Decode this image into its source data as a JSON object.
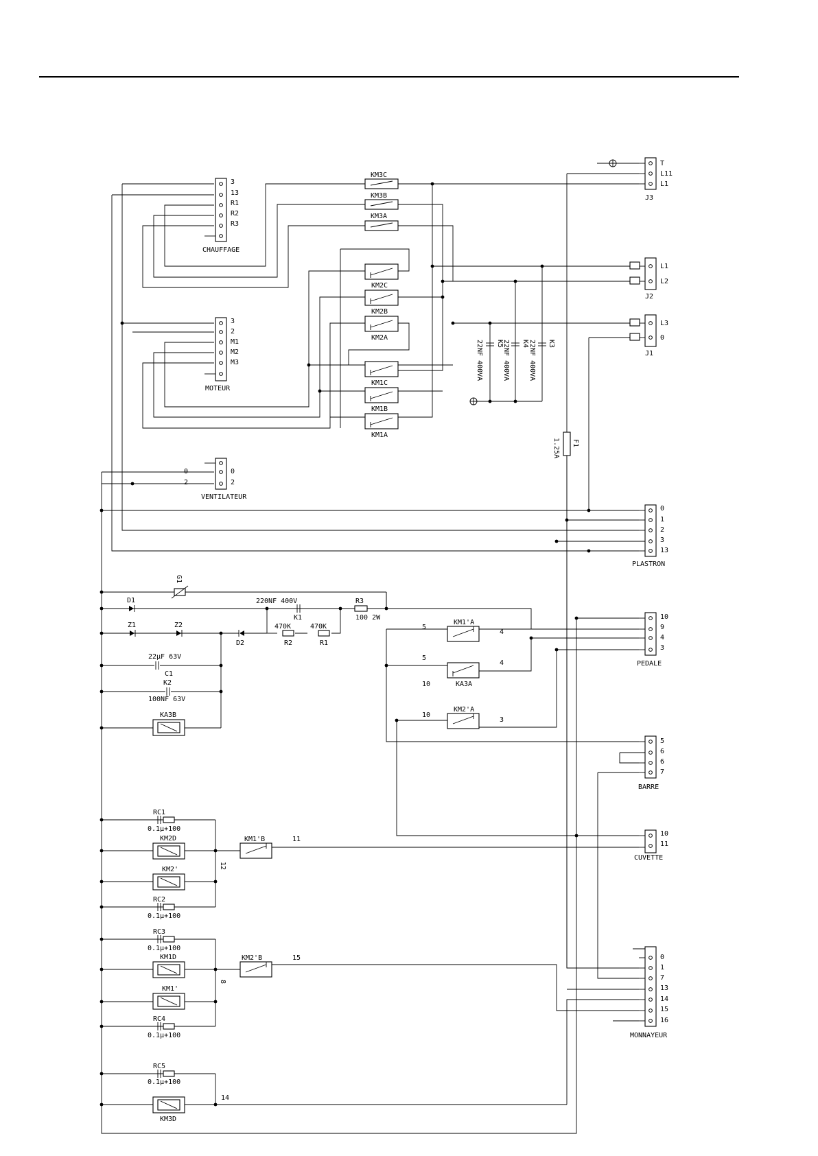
{
  "connectors": {
    "j3": {
      "name": "J3",
      "pins": [
        "T",
        "L11",
        "L1"
      ]
    },
    "j2": {
      "name": "J2",
      "pins": [
        "L1",
        "L2"
      ]
    },
    "j1": {
      "name": "J1",
      "pins": [
        "L3",
        "0"
      ]
    },
    "chauffage": {
      "name": "CHAUFFAGE",
      "pins": [
        "3",
        "13",
        "R1",
        "R2",
        "R3",
        ""
      ]
    },
    "moteur": {
      "name": "MOTEUR",
      "pins": [
        "3",
        "2",
        "M1",
        "M2",
        "M3",
        ""
      ]
    },
    "ventilateur": {
      "name": "VENTILATEUR",
      "pins": [
        "0",
        "2"
      ],
      "ext": [
        "0",
        "2"
      ]
    },
    "plastron": {
      "name": "PLASTRON",
      "pins": [
        "0",
        "1",
        "2",
        "3",
        "13"
      ]
    },
    "pedale": {
      "name": "PEDALE",
      "pins": [
        "10",
        "9",
        "4",
        "3"
      ]
    },
    "barre": {
      "name": "BARRE",
      "pins": [
        "5",
        "6",
        "6",
        "7"
      ]
    },
    "cuvette": {
      "name": "CUVETTE",
      "pins": [
        "10",
        "11"
      ]
    },
    "monnayeur": {
      "name": "MONNAYEUR",
      "pins": [
        "0",
        "1",
        "7",
        "13",
        "14",
        "15",
        "16"
      ]
    }
  },
  "contactors": [
    "KM3C",
    "KM3B",
    "KM3A",
    "KM2C",
    "KM2B",
    "KM2A",
    "KM1C",
    "KM1B",
    "KM1A"
  ],
  "capacitors_k": [
    {
      "ref": "K5",
      "value": "22NF 400VA"
    },
    {
      "ref": "K4",
      "value": "22NF 400VA"
    },
    {
      "ref": "K3",
      "value": "22NF 400VA"
    }
  ],
  "fuse": {
    "ref": "F1",
    "value": "1.25A"
  },
  "control": {
    "g1": "G1",
    "d1": "D1",
    "d2": "D2",
    "z1": "Z1",
    "z2": "Z2",
    "k1_value": "220NF 400V",
    "k1": "K1",
    "r3": "R3",
    "r3_value": "100 2W",
    "r2_value": "470K",
    "r2": "R2",
    "r1_value": "470K",
    "r1": "R1",
    "c1_value": "22µF 63V",
    "c1": "C1",
    "k2": "K2",
    "k2_value": "100NF 63V",
    "ka3b": "KA3B"
  },
  "relays": {
    "km1a_label": "KM1'A",
    "km1a_in": "5",
    "km1a_out": "4",
    "ka3a_label": "KA3A",
    "ka3a_in": "5",
    "ka3a_out": "4",
    "ka3a_bottom": "10",
    "km2a_label": "KM2'A",
    "km2a_in": "10",
    "km2a_out": "3"
  },
  "group1": {
    "rc1": "RC1",
    "rc1_value": "0.1µ+100",
    "coil1": "KM2D",
    "coil2": "KM2'",
    "rc2": "RC2",
    "rc2_value": "0.1µ+100",
    "node": "12",
    "contact": "KM1'B",
    "wire": "11"
  },
  "group2": {
    "rc3": "RC3",
    "rc3_value": "0.1µ+100",
    "coil1": "KM1D",
    "coil2": "KM1'",
    "rc4": "RC4",
    "rc4_value": "0.1µ+100",
    "node": "8",
    "contact": "KM2'B",
    "wire": "15"
  },
  "group3": {
    "rc5": "RC5",
    "rc5_value": "0.1µ+100",
    "coil": "KM3D",
    "wire": "14"
  }
}
